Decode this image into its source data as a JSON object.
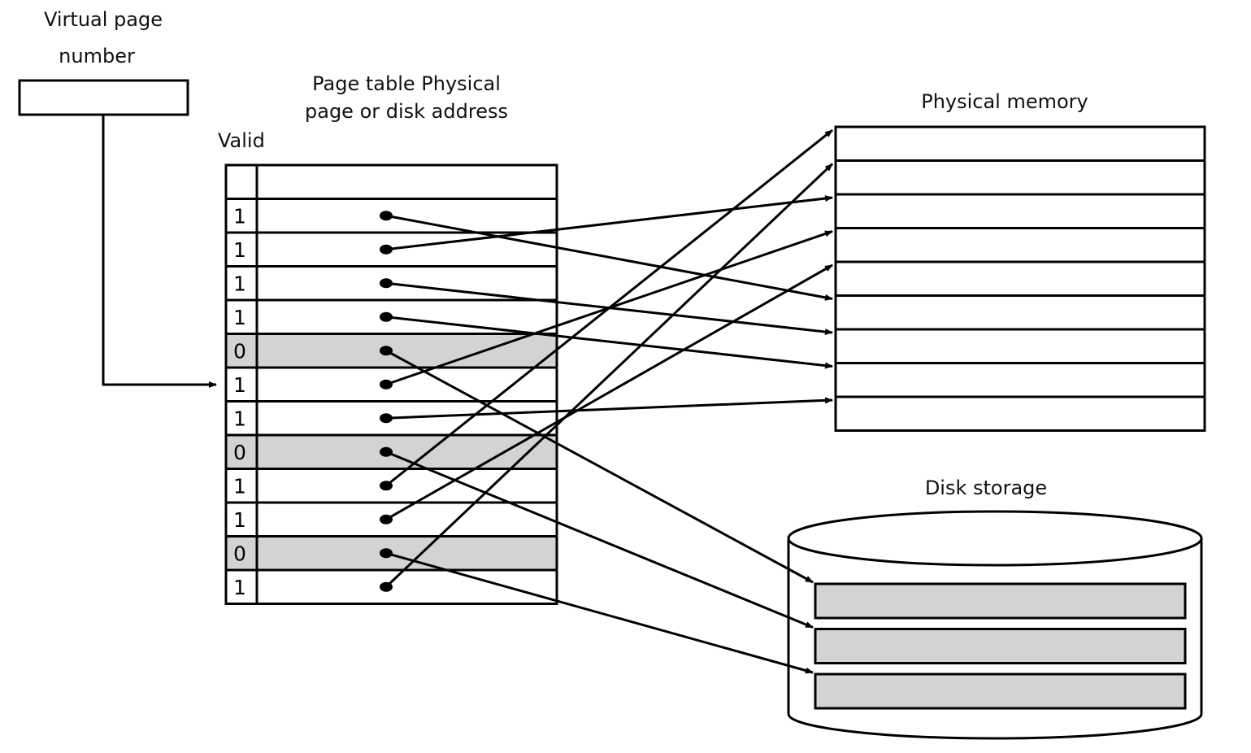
{
  "labels": {
    "vpn_line1": "Virtual page",
    "vpn_line2": "number",
    "pt_line1": "Page table Physical",
    "pt_line2": "page or disk address",
    "valid": "Valid",
    "physical_memory": "Physical memory",
    "disk_storage": "Disk storage"
  },
  "page_table": {
    "valid_bits": [
      "1",
      "1",
      "1",
      "1",
      "0",
      "1",
      "1",
      "0",
      "1",
      "1",
      "0",
      "1"
    ],
    "targets": [
      {
        "kind": "memory",
        "slot": 5
      },
      {
        "kind": "memory",
        "slot": 2
      },
      {
        "kind": "memory",
        "slot": 6
      },
      {
        "kind": "memory",
        "slot": 7
      },
      {
        "kind": "disk",
        "slot": 0
      },
      {
        "kind": "memory",
        "slot": 3
      },
      {
        "kind": "memory",
        "slot": 8
      },
      {
        "kind": "disk",
        "slot": 1
      },
      {
        "kind": "memory",
        "slot": 0
      },
      {
        "kind": "memory",
        "slot": 4
      },
      {
        "kind": "disk",
        "slot": 2
      },
      {
        "kind": "memory",
        "slot": 1
      }
    ],
    "indexed_row": 5
  },
  "physical_memory": {
    "frame_count": 9
  },
  "disk_storage": {
    "block_count": 3
  },
  "colors": {
    "line": "#000000",
    "invalid_fill": "#d3d3d3",
    "disk_block_fill": "#d3d3d3",
    "background": "#ffffff"
  }
}
